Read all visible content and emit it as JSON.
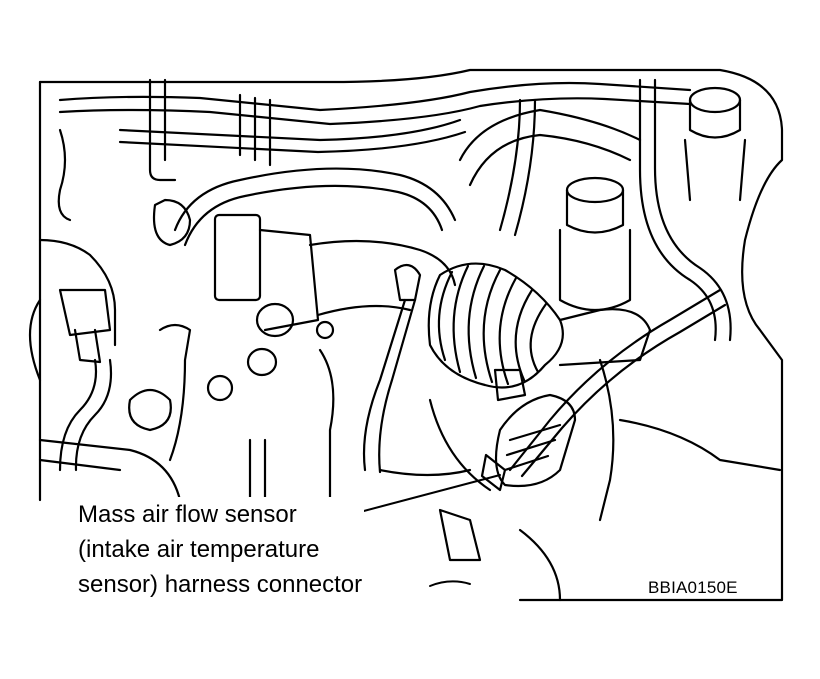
{
  "callout": {
    "lines": [
      "Mass air flow sensor",
      "(intake air temperature",
      "sensor) harness connector"
    ]
  },
  "figure_code": "BBIA0150E",
  "colors": {
    "ink": "#000000",
    "paper": "#ffffff"
  }
}
